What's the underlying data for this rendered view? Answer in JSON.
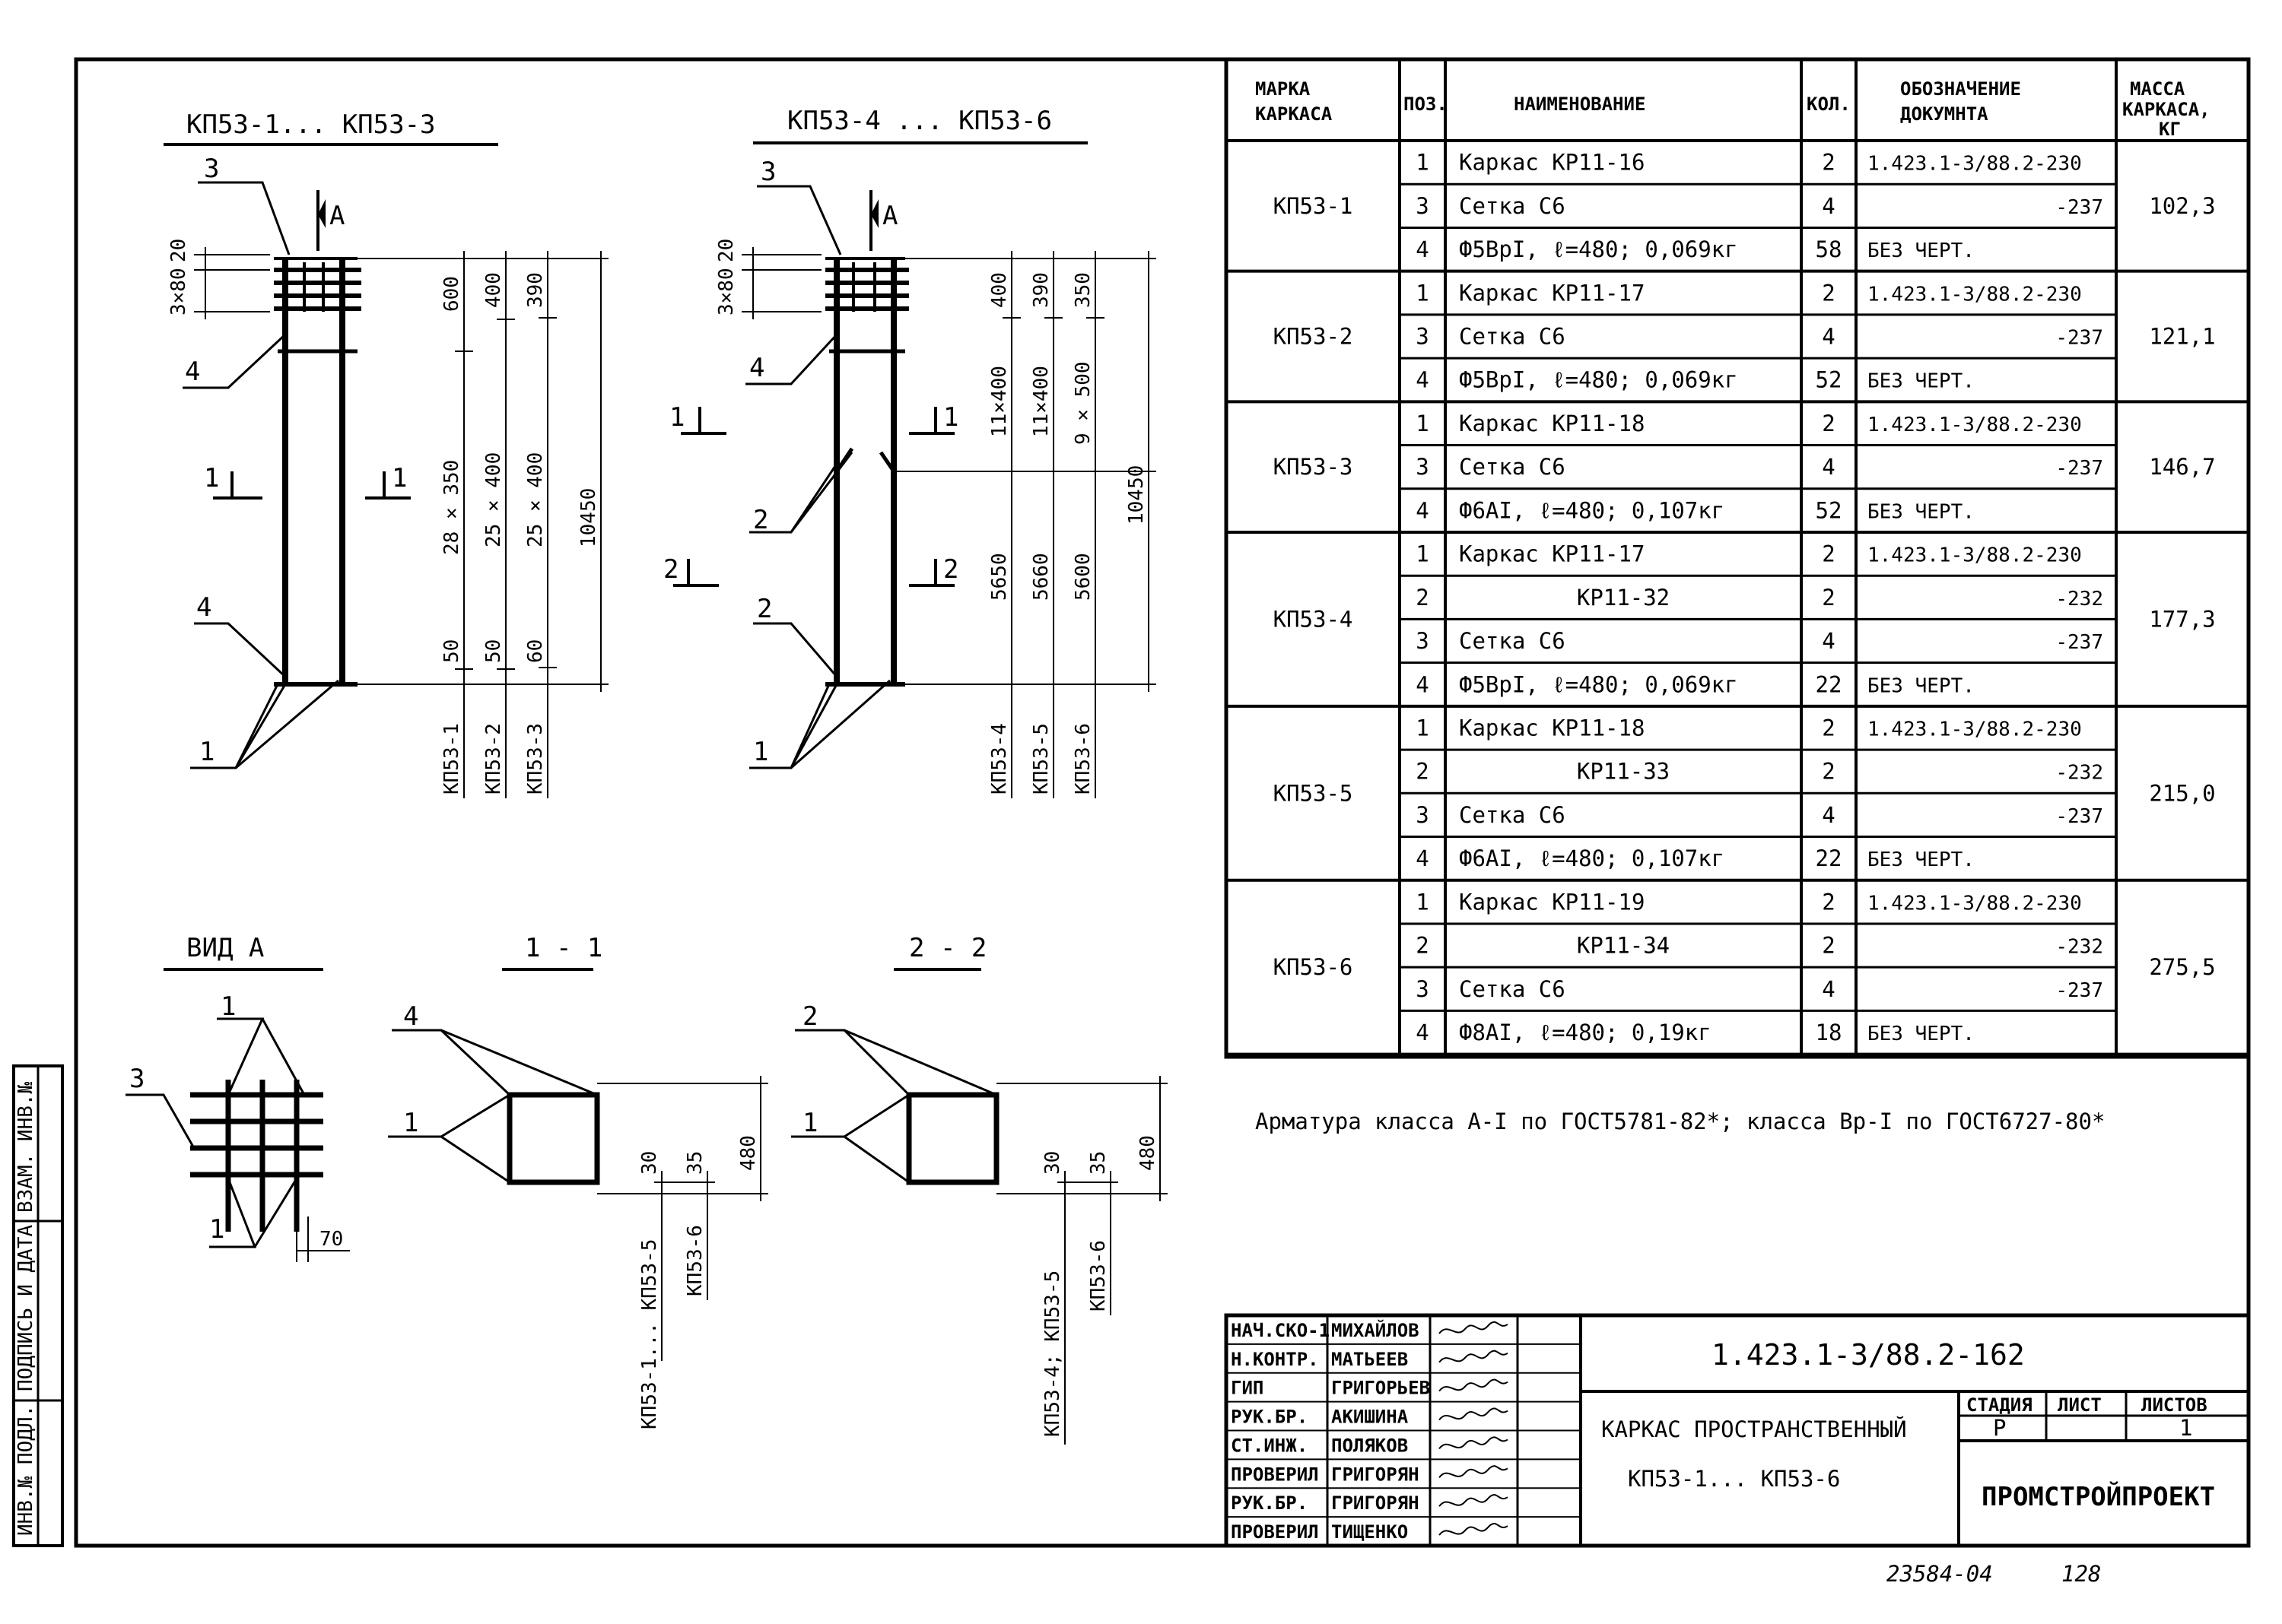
{
  "colors": {
    "ink": "#000000",
    "paper": "#ffffff"
  },
  "views": {
    "left_title": "КП53-1... КП53-3",
    "right_title": "КП53-4 ... КП53-6",
    "vid_a": "ВИД А",
    "sec11": "1 - 1",
    "sec22": "2 - 2",
    "cut_a": "А",
    "cut_1": "1",
    "cut_2": "2"
  },
  "marks": {
    "p1": "1",
    "p2": "2",
    "p3": "3",
    "p4": "4"
  },
  "dims_left": {
    "top20": "20",
    "top3x80": "3×80",
    "c1_top": "600",
    "c1_mid": "28 × 350",
    "c1_bot": "50",
    "c2_top": "400",
    "c2_mid": "25 × 400",
    "c2_bot": "50",
    "c3_top": "390",
    "c3_mid": "25 × 400",
    "c3_bot": "60",
    "total": "10450",
    "lab1": "КП53-1",
    "lab2": "КП53-2",
    "lab3": "КП53-3"
  },
  "dims_right": {
    "top20": "20",
    "top3x80": "3×80",
    "c1_top": "400",
    "c1_mid": "11×400",
    "c1_bot": "5650",
    "c2_top": "390",
    "c2_mid": "11×400",
    "c2_bot": "5660",
    "c3_top": "350",
    "c3_mid": "9 × 500",
    "c3_bot": "5600",
    "total": "10450",
    "lab1": "КП53-4",
    "lab2": "КП53-5",
    "lab3": "КП53-6"
  },
  "dims_sections": {
    "d70": "70",
    "d30": "30",
    "d35": "35",
    "d480": "480",
    "s11_lab1": "КП53-1... КП53-5",
    "s11_lab2": "КП53-6",
    "s22_lab1": "КП53-4; КП53-5",
    "s22_lab2": "КП53-6"
  },
  "table": {
    "headers": {
      "mark": [
        "МАРКА",
        "КАРКАСА"
      ],
      "pos": "ПОЗ.",
      "name": "НАИМЕНОВАНИЕ",
      "qty": "КОЛ.",
      "doc": [
        "ОБОЗНАЧЕНИЕ",
        "ДОКУМНТА"
      ],
      "mass": [
        "МАССА",
        "КАРКАСА,",
        "КГ"
      ]
    },
    "groups": [
      {
        "mark": "КП53-1",
        "mass": "102,3",
        "rows": [
          {
            "pos": "1",
            "name": "Каркас КР11-16",
            "center": false,
            "qty": "2",
            "doc": "1.423.1-3/88.2-230",
            "doc_right": false
          },
          {
            "pos": "3",
            "name": "Сетка С6",
            "center": false,
            "qty": "4",
            "doc": "-237",
            "doc_right": true
          },
          {
            "pos": "4",
            "name": "Ф5ВрI, ℓ=480; 0,069кг",
            "center": false,
            "qty": "58",
            "doc": "БЕЗ ЧЕРТ.",
            "doc_right": false
          }
        ]
      },
      {
        "mark": "КП53-2",
        "mass": "121,1",
        "rows": [
          {
            "pos": "1",
            "name": "Каркас КР11-17",
            "center": false,
            "qty": "2",
            "doc": "1.423.1-3/88.2-230",
            "doc_right": false
          },
          {
            "pos": "3",
            "name": "Сетка С6",
            "center": false,
            "qty": "4",
            "doc": "-237",
            "doc_right": true
          },
          {
            "pos": "4",
            "name": "Ф5ВрI, ℓ=480; 0,069кг",
            "center": false,
            "qty": "52",
            "doc": "БЕЗ ЧЕРТ.",
            "doc_right": false
          }
        ]
      },
      {
        "mark": "КП53-3",
        "mass": "146,7",
        "rows": [
          {
            "pos": "1",
            "name": "Каркас КР11-18",
            "center": false,
            "qty": "2",
            "doc": "1.423.1-3/88.2-230",
            "doc_right": false
          },
          {
            "pos": "3",
            "name": "Сетка С6",
            "center": false,
            "qty": "4",
            "doc": "-237",
            "doc_right": true
          },
          {
            "pos": "4",
            "name": "Ф6АI, ℓ=480; 0,107кг",
            "center": false,
            "qty": "52",
            "doc": "БЕЗ ЧЕРТ.",
            "doc_right": false
          }
        ]
      },
      {
        "mark": "КП53-4",
        "mass": "177,3",
        "rows": [
          {
            "pos": "1",
            "name": "Каркас КР11-17",
            "center": false,
            "qty": "2",
            "doc": "1.423.1-3/88.2-230",
            "doc_right": false
          },
          {
            "pos": "2",
            "name": "КР11-32",
            "center": true,
            "qty": "2",
            "doc": "-232",
            "doc_right": true
          },
          {
            "pos": "3",
            "name": "Сетка С6",
            "center": false,
            "qty": "4",
            "doc": "-237",
            "doc_right": true
          },
          {
            "pos": "4",
            "name": "Ф5ВрI, ℓ=480; 0,069кг",
            "center": false,
            "qty": "22",
            "doc": "БЕЗ ЧЕРТ.",
            "doc_right": false
          }
        ]
      },
      {
        "mark": "КП53-5",
        "mass": "215,0",
        "rows": [
          {
            "pos": "1",
            "name": "Каркас КР11-18",
            "center": false,
            "qty": "2",
            "doc": "1.423.1-3/88.2-230",
            "doc_right": false
          },
          {
            "pos": "2",
            "name": "КР11-33",
            "center": true,
            "qty": "2",
            "doc": "-232",
            "doc_right": true
          },
          {
            "pos": "3",
            "name": "Сетка С6",
            "center": false,
            "qty": "4",
            "doc": "-237",
            "doc_right": true
          },
          {
            "pos": "4",
            "name": "Ф6АI, ℓ=480; 0,107кг",
            "center": false,
            "qty": "22",
            "doc": "БЕЗ ЧЕРТ.",
            "doc_right": false
          }
        ]
      },
      {
        "mark": "КП53-6",
        "mass": "275,5",
        "rows": [
          {
            "pos": "1",
            "name": "Каркас КР11-19",
            "center": false,
            "qty": "2",
            "doc": "1.423.1-3/88.2-230",
            "doc_right": false
          },
          {
            "pos": "2",
            "name": "КР11-34",
            "center": true,
            "qty": "2",
            "doc": "-232",
            "doc_right": true
          },
          {
            "pos": "3",
            "name": "Сетка С6",
            "center": false,
            "qty": "4",
            "doc": "-237",
            "doc_right": true
          },
          {
            "pos": "4",
            "name": "Ф8АI, ℓ=480; 0,19кг",
            "center": false,
            "qty": "18",
            "doc": "БЕЗ ЧЕРТ.",
            "doc_right": false
          }
        ]
      }
    ]
  },
  "note": "Арматура класса А-I по ГОСТ5781-82*; класса Вр-I по ГОСТ6727-80*",
  "stamp": {
    "roles": [
      {
        "role": "НАЧ.СКО-1",
        "name": "МИХАЙЛОВ"
      },
      {
        "role": "Н.КОНТР.",
        "name": "МАТЬЕЕВ"
      },
      {
        "role": "ГИП",
        "name": "ГРИГОРЬЕВ"
      },
      {
        "role": "РУК.БР.",
        "name": "АКИШИНА"
      },
      {
        "role": "СТ.ИНЖ.",
        "name": "ПОЛЯКОВ"
      },
      {
        "role": "ПРОВЕРИЛ",
        "name": "ГРИГОРЯН"
      },
      {
        "role": "РУК.БР.",
        "name": "ГРИГОРЯН"
      },
      {
        "role": "ПРОВЕРИЛ",
        "name": "ТИЩЕНКО"
      }
    ],
    "code": "1.423.1-3/88.2-162",
    "title1": "КАРКАС ПРОСТРАНСТВЕННЫЙ",
    "title2": "КП53-1... КП53-6",
    "stage_h": "СТАДИЯ",
    "sheet_h": "ЛИСТ",
    "sheets_h": "ЛИСТОВ",
    "stage": "Р",
    "sheet": "",
    "sheets": "1",
    "org": "ПРОМСТРОЙПРОЕКТ"
  },
  "side_stamp": [
    "ИНВ.№ ПОДЛ.",
    "ПОДПИСЬ И ДАТА",
    "ВЗАМ. ИНВ.№"
  ],
  "footer": {
    "left": "23584-04",
    "right": "128"
  }
}
